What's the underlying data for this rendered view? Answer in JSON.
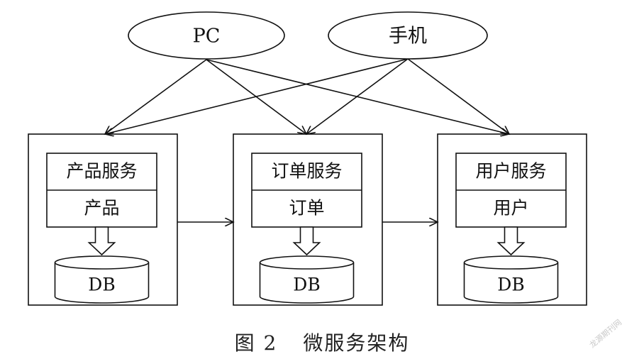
{
  "clients": [
    {
      "id": "pc",
      "label": "PC"
    },
    {
      "id": "mobile",
      "label": "手机"
    }
  ],
  "services": [
    {
      "id": "product",
      "service_label": "产品服务",
      "module_label": "产品",
      "db_label": "DB"
    },
    {
      "id": "order",
      "service_label": "订单服务",
      "module_label": "订单",
      "db_label": "DB"
    },
    {
      "id": "user",
      "service_label": "用户服务",
      "module_label": "用户",
      "db_label": "DB"
    }
  ],
  "client_links": [
    {
      "from": "pc",
      "to": "product"
    },
    {
      "from": "pc",
      "to": "order"
    },
    {
      "from": "pc",
      "to": "user"
    },
    {
      "from": "mobile",
      "to": "product"
    },
    {
      "from": "mobile",
      "to": "order"
    },
    {
      "from": "mobile",
      "to": "user"
    }
  ],
  "service_links": [
    {
      "from": "product",
      "to": "order"
    },
    {
      "from": "order",
      "to": "user"
    }
  ],
  "caption": {
    "figure": "图 2",
    "title": "微服务架构"
  },
  "watermark": "龙源期刊网"
}
